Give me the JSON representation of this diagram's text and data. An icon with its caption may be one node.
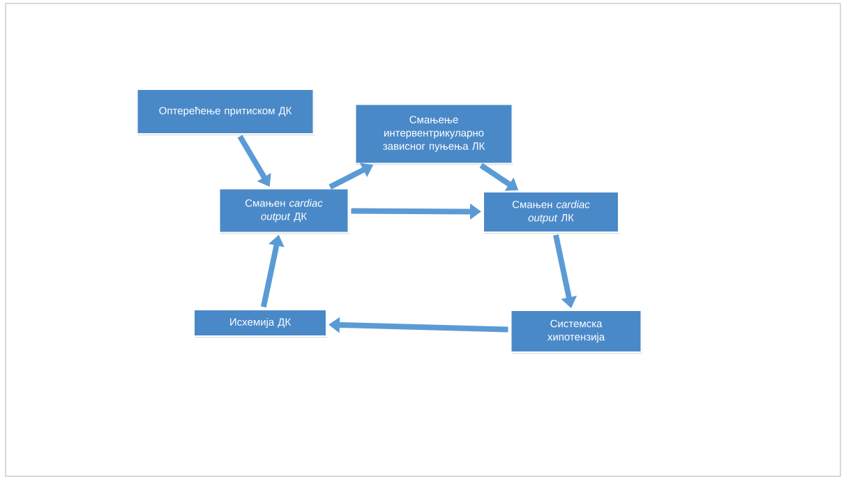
{
  "diagram": {
    "nodes": [
      {
        "text": [
          "Оптерећење притиском ДК"
        ]
      },
      {
        "text": [
          "Смањење интервентрикуларно зависног пуњења ЛК"
        ]
      },
      {
        "text": [
          "Смањен *cardiac output* ДК"
        ]
      },
      {
        "text": [
          "Смањен *cardiac output* ЛК"
        ]
      },
      {
        "text": [
          "Исхемија ДК"
        ]
      },
      {
        "text": [
          "Системска хипотензија"
        ]
      }
    ],
    "edges": [
      {
        "from": 0,
        "to": 2,
        "arrow": "to"
      },
      {
        "from": 2,
        "to": 1,
        "arrow": "to"
      },
      {
        "from": 1,
        "to": 3,
        "arrow": "to"
      },
      {
        "from": 2,
        "to": 3,
        "arrow": "to"
      },
      {
        "from": 3,
        "to": 5,
        "arrow": "to"
      },
      {
        "from": 5,
        "to": 4,
        "arrow": "to"
      },
      {
        "from": 4,
        "to": 2,
        "arrow": "to"
      }
    ]
  }
}
